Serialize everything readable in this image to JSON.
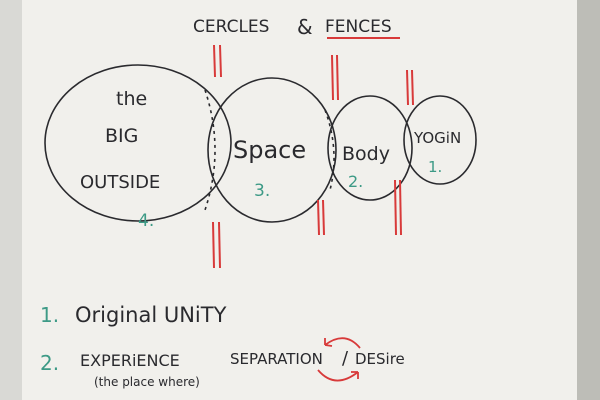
{
  "title": {
    "part1": "CERCLES",
    "amp": "&",
    "part2": "FENCES"
  },
  "circles": [
    {
      "line1": "the",
      "line2": "BIG",
      "line3": "OUTSIDE",
      "number": "4."
    },
    {
      "label": "Space",
      "number": "3."
    },
    {
      "label": "Body",
      "number": "2."
    },
    {
      "label": "YOGiN",
      "number": "1."
    }
  ],
  "list": [
    {
      "number": "1.",
      "text": "Original UNiTY"
    },
    {
      "number": "2.",
      "text": "EXPERiENCE",
      "text2": "SEPARATION",
      "slash": "/",
      "text3": "DESire",
      "note": "(the place where)"
    }
  ],
  "colors": {
    "ink": "#2a2a2e",
    "fence": "#d83a3a",
    "numbers": "#3d9a86",
    "paper": "#f1f0ec"
  }
}
